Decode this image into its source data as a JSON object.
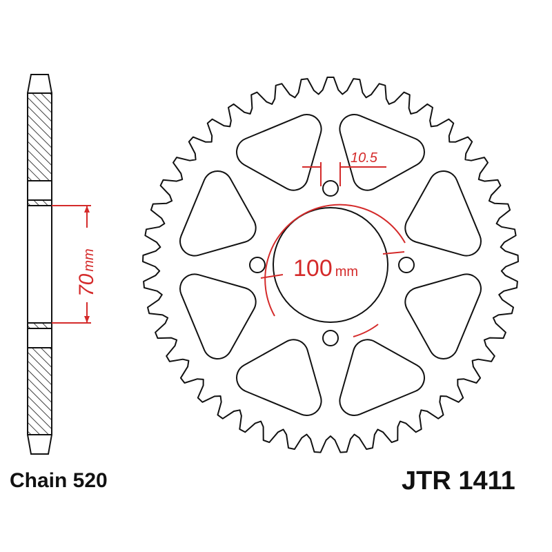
{
  "colors": {
    "line": "#111111",
    "dimension": "#d42a2a"
  },
  "sprocket": {
    "teeth": 45,
    "bolt_holes": 4,
    "windows": 8
  },
  "dimensions": {
    "pitch_circle": {
      "value": "100",
      "unit": "mm"
    },
    "hub_width": {
      "value": "70",
      "unit": "mm"
    },
    "bolt_hole": {
      "value": "10.5"
    }
  },
  "labels": {
    "chain": "Chain 520",
    "part_number": "JTR 1411"
  }
}
